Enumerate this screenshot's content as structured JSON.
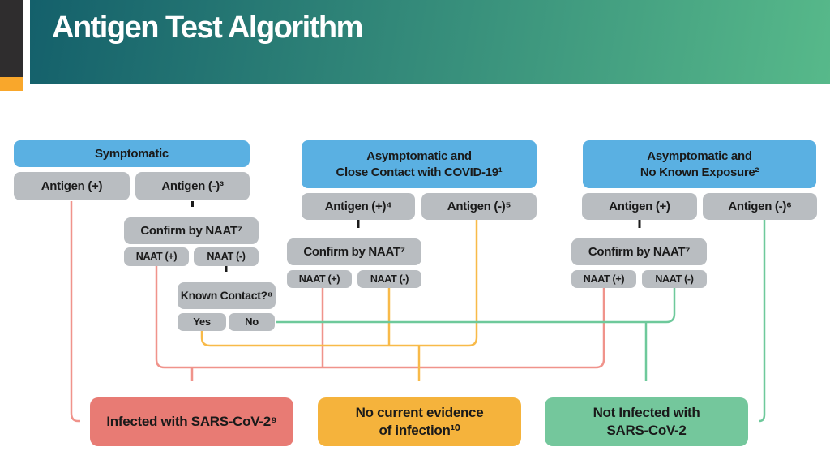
{
  "header": {
    "title": "Antigen Test Algorithm"
  },
  "colors": {
    "black-bar": "#2f2d2e",
    "orange-accent": "#f9a72b",
    "banner-from": "#14606b",
    "banner-to": "#57b98a",
    "blue-box": "#5ab0e2",
    "gray-box": "#b9bdc1",
    "text-dark": "#1a1a1a",
    "red-box": "#e87b74",
    "orange-box": "#f5b33c",
    "green-box": "#74c79c",
    "red-line": "#f0938b",
    "orange-line": "#f8ba49",
    "green-line": "#6ec99b",
    "arrow-black": "#1a1a1a"
  },
  "columns": [
    {
      "header": "Symptomatic",
      "antigen_pos": "Antigen (+)",
      "antigen_neg": "Antigen (-)³",
      "confirm": "Confirm by NAAT⁷",
      "naat_pos": "NAAT (+)",
      "naat_neg": "NAAT (-)",
      "known_contact": "Known Contact?⁸",
      "yes": "Yes",
      "no": "No"
    },
    {
      "header": "Asymptomatic and\nClose Contact with COVID-19¹",
      "antigen_pos": "Antigen (+)⁴",
      "antigen_neg": "Antigen (-)⁵",
      "confirm": "Confirm by NAAT⁷",
      "naat_pos": "NAAT (+)",
      "naat_neg": "NAAT (-)"
    },
    {
      "header": "Asymptomatic and\nNo Known Exposure²",
      "antigen_pos": "Antigen (+)",
      "antigen_neg": "Antigen (-)⁶",
      "confirm": "Confirm by NAAT⁷",
      "naat_pos": "NAAT (+)",
      "naat_neg": "NAAT (-)"
    }
  ],
  "outcomes": [
    {
      "label": "Infected with SARS-CoV-2⁹"
    },
    {
      "label": "No current evidence\nof infection¹⁰"
    },
    {
      "label": "Not Infected with\nSARS-CoV-2"
    }
  ]
}
